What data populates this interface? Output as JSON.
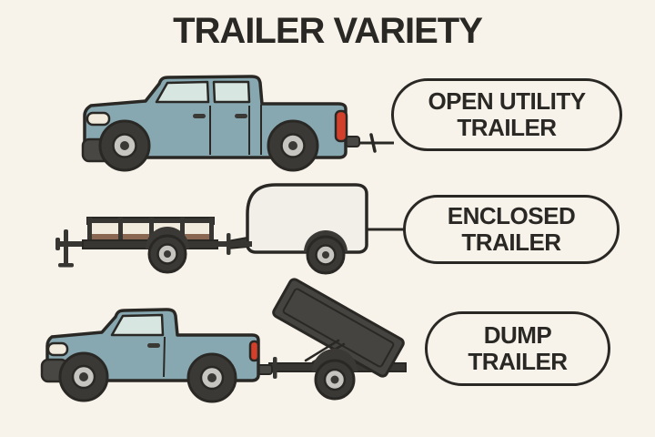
{
  "title": "TRAILER VARIETY",
  "rows": [
    {
      "line1": "OPEN UTILITY",
      "line2": "TRAILER",
      "icon": "crew-cab-pickup-truck-icon"
    },
    {
      "line1": "ENCLOSED",
      "line2": "TRAILER",
      "icon": "open-utility-trailer-and-enclosed-trailer-icon"
    },
    {
      "line1": "DUMP",
      "line2": "TRAILER",
      "icon": "pickup-truck-with-tipped-dump-trailer-icon"
    }
  ],
  "colors": {
    "bg": "#f8f3ea",
    "ink": "#2a2825",
    "truck_body": "#87a8b0",
    "window_glass": "#d8e6e1",
    "dark_parts": "#484743",
    "tire": "#3a3936",
    "hub": "#c7c5c0",
    "taillight": "#d2402c",
    "wood": "#8a6750",
    "panel_cream": "#f1ebdd",
    "frame_metal": "#373632",
    "enclosed_body": "#f2efe8",
    "dump_bed": "#454440",
    "bubble_fill": "#f8f3ea"
  }
}
